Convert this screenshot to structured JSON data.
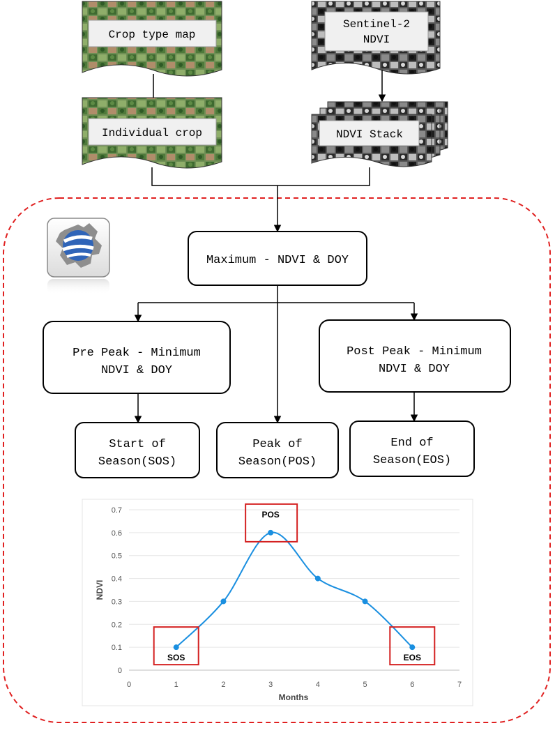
{
  "inputs": {
    "crop_map": "Crop type map",
    "sentinel_line1": "Sentinel-2",
    "sentinel_line2": "NDVI",
    "individual_crop": "Individual crop",
    "ndvi_stack": "NDVI Stack"
  },
  "process": {
    "maximum": "Maximum  -  NDVI & DOY",
    "pre_peak_line1": "Pre Peak  -  Minimum",
    "pre_peak_line2": "NDVI & DOY",
    "post_peak_line1": "Post Peak  -  Minimum",
    "post_peak_line2": "NDVI & DOY",
    "sos_line1": "Start of",
    "sos_line2": "Season(SOS)",
    "pos_line1": "Peak of",
    "pos_line2": "Season(POS)",
    "eos_line1": "End of",
    "eos_line2": "Season(EOS)"
  },
  "icons": {
    "engine": "google-earth-engine-icon"
  },
  "colors": {
    "region_border": "#e02020",
    "line": "#1a8fe0",
    "marker_box": "#d42020"
  },
  "chart_data": {
    "type": "line",
    "x": [
      1,
      2,
      3,
      4,
      5,
      6
    ],
    "y": [
      0.1,
      0.3,
      0.6,
      0.4,
      0.3,
      0.1
    ],
    "xlabel": "Months",
    "ylabel": "NDVI",
    "xlim": [
      0,
      7
    ],
    "ylim": [
      0,
      0.7
    ],
    "xticks": [
      "0",
      "1",
      "2",
      "3",
      "4",
      "5",
      "6",
      "7"
    ],
    "yticks": [
      "0",
      "0.1",
      "0.2",
      "0.3",
      "0.4",
      "0.5",
      "0.6",
      "0.7"
    ],
    "grid": "horizontal",
    "smooth": true,
    "annotations": [
      {
        "label": "SOS",
        "x": 1,
        "y": 0.1
      },
      {
        "label": "POS",
        "x": 3,
        "y": 0.6
      },
      {
        "label": "EOS",
        "x": 6,
        "y": 0.1
      }
    ]
  }
}
